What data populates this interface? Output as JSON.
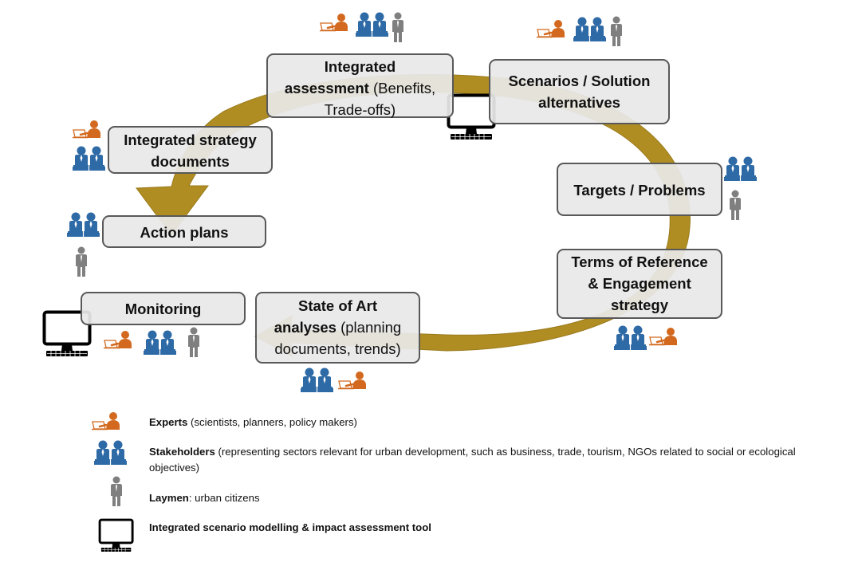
{
  "colors": {
    "arrow": "#b08d22",
    "box_fill": "#e8e8e8",
    "box_border": "#595959",
    "expert": "#d2691e",
    "stakeholder": "#2e6aa6",
    "laymen": "#7f7f7f",
    "tool": "#000000"
  },
  "nodes": {
    "integrated_assessment": {
      "line1": "Integrated",
      "line2_bold": "assessment",
      "line2_plain": " (Benefits,",
      "line3": "Trade-offs)"
    },
    "scenarios": {
      "line1": "Scenarios / Solution",
      "line2": "alternatives"
    },
    "strategy_docs": {
      "line1": "Integrated strategy",
      "line2": "documents"
    },
    "targets": {
      "line1": "Targets / Problems"
    },
    "action_plans": {
      "line1": "Action plans"
    },
    "terms_of_reference": {
      "line1": "Terms of Reference",
      "line2": "& Engagement",
      "line3": "strategy"
    },
    "monitoring": {
      "line1": "Monitoring"
    },
    "state_of_art": {
      "line1": "State of Art",
      "line2_bold": "analyses",
      "line2_plain": " (planning",
      "line3": "documents, trends)"
    }
  },
  "legend": [
    {
      "icon": "expert-icon",
      "bold": "Experts",
      "text": " (scientists, planners, policy makers)"
    },
    {
      "icon": "stakeholder-icon",
      "bold": "Stakeholders",
      "text": " (representing sectors relevant for urban development,  such as business, trade, tourism, NGOs related to social or ecological",
      "text2": "objectives)"
    },
    {
      "icon": "laymen-icon",
      "bold": "Laymen",
      "text": ": urban citizens"
    },
    {
      "icon": "computer-icon",
      "bold": "Integrated scenario modelling & impact assessment tool",
      "text": ""
    }
  ]
}
